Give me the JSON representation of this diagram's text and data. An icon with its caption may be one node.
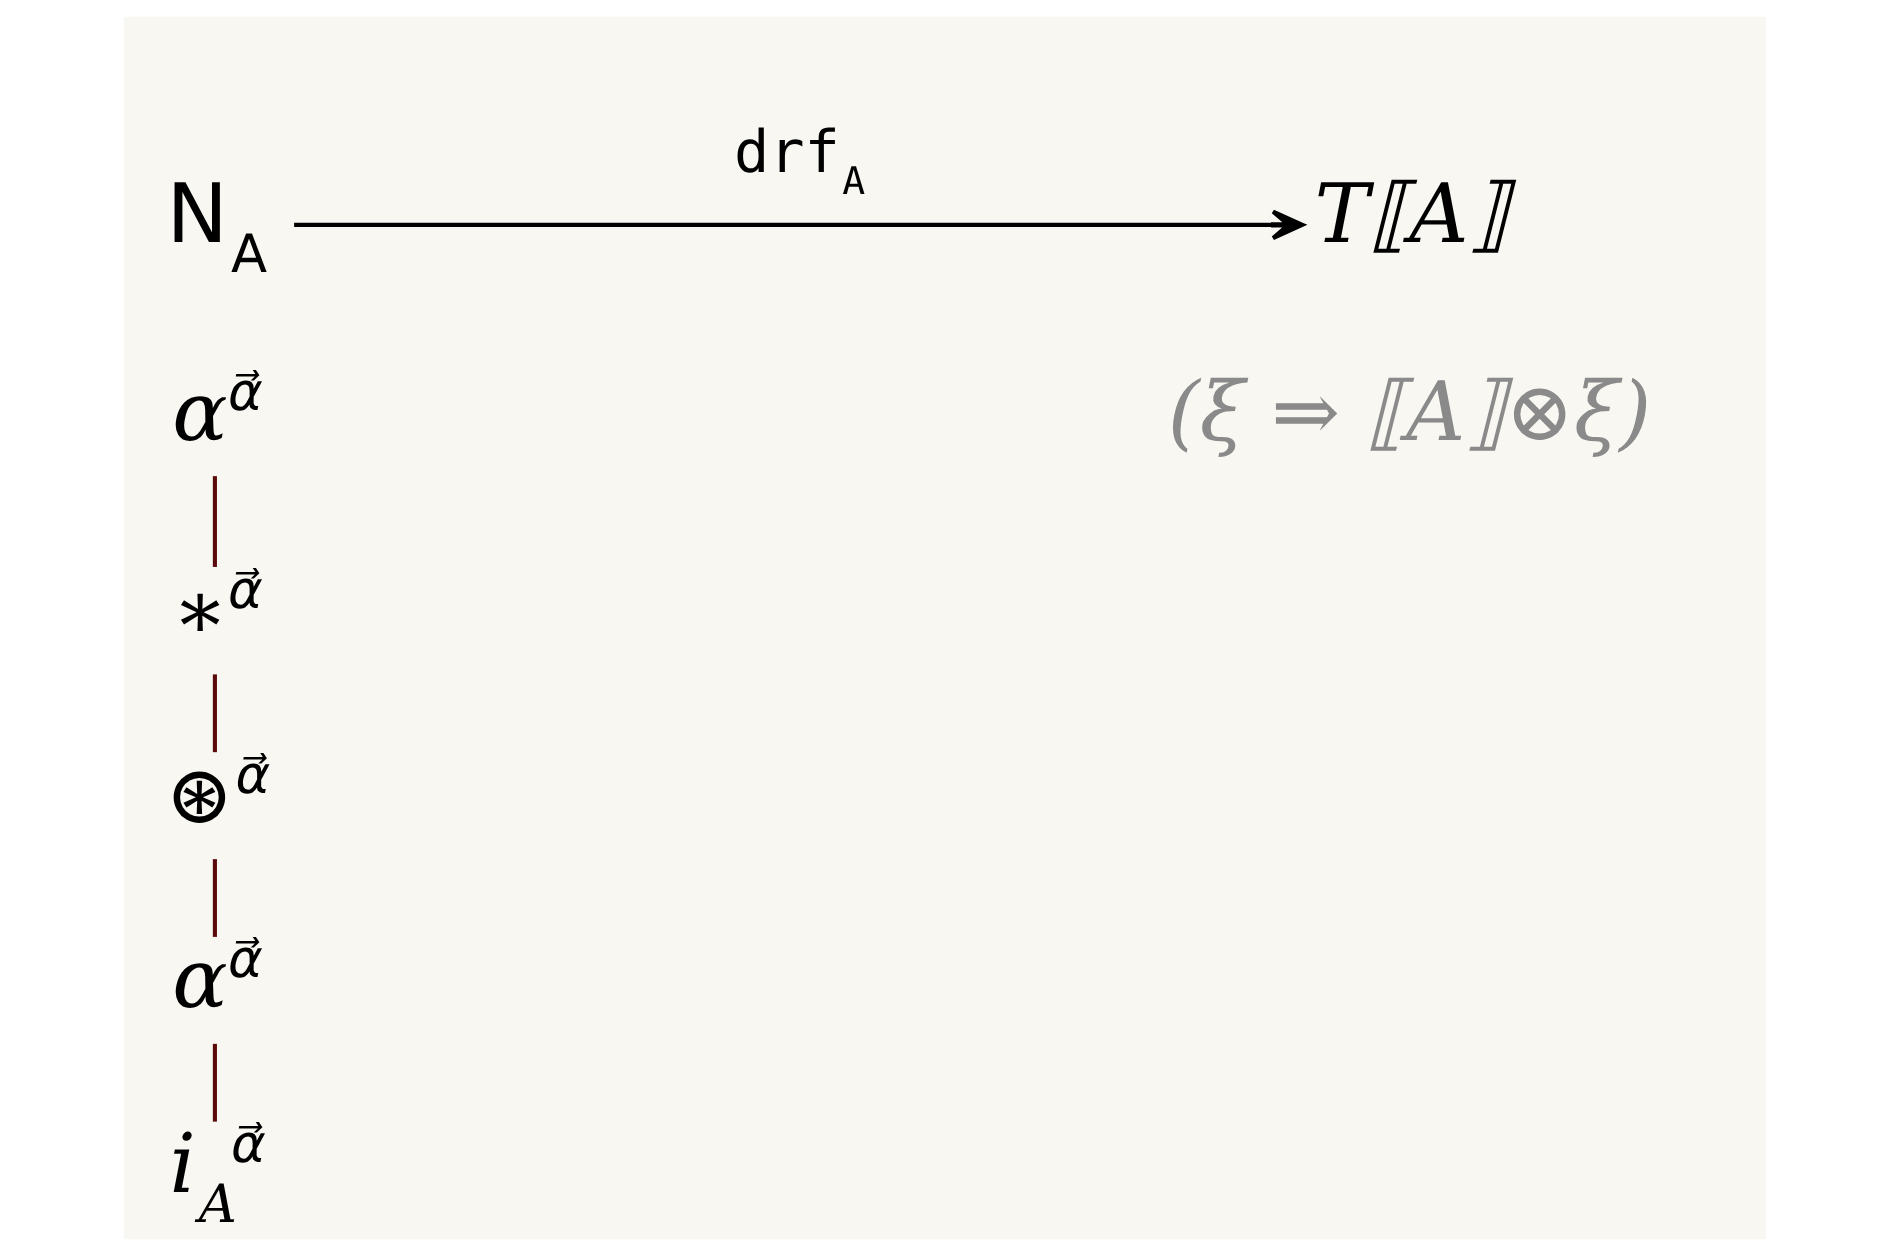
{
  "diagram": {
    "nodes": [
      {
        "text": [
          "N$_{A}$"
        ]
      },
      {
        "text": [
          "T⟦A⟧"
        ]
      },
      {
        "text": [
          "α$^{α⃗}$"
        ]
      },
      {
        "text": [
          "∗$^{α⃗}$"
        ]
      },
      {
        "text": [
          "⊛$^{α⃗}$"
        ]
      },
      {
        "text": [
          "α$^{α⃗}$"
        ]
      },
      {
        "text": [
          "i$_{A}$$^{α⃗}$"
        ]
      }
    ],
    "edges": [
      {
        "from": 0,
        "to": 1,
        "arrow": "to",
        "label": "drf$_{A}$",
        "color": "#000000"
      },
      {
        "from": 2,
        "to": 3,
        "arrow": "none"
      },
      {
        "from": 3,
        "to": 4,
        "arrow": "none"
      },
      {
        "from": 4,
        "to": 5,
        "arrow": "none"
      },
      {
        "from": 5,
        "to": 6,
        "arrow": "none"
      }
    ],
    "labels": [
      "(ξ ⇒ ⟦A⟧⊗ξ)"
    ]
  }
}
